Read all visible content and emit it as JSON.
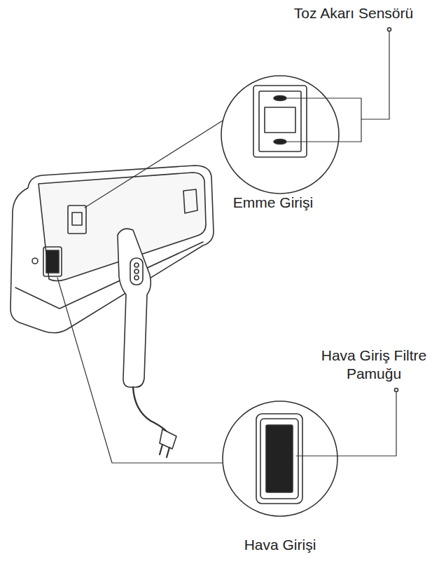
{
  "diagram": {
    "labels": [
      "Toz Akarı Sensörü",
      "Emme Girişi",
      "Hava Giriş Filtre Pamuğu",
      "Hava Girişi"
    ]
  }
}
